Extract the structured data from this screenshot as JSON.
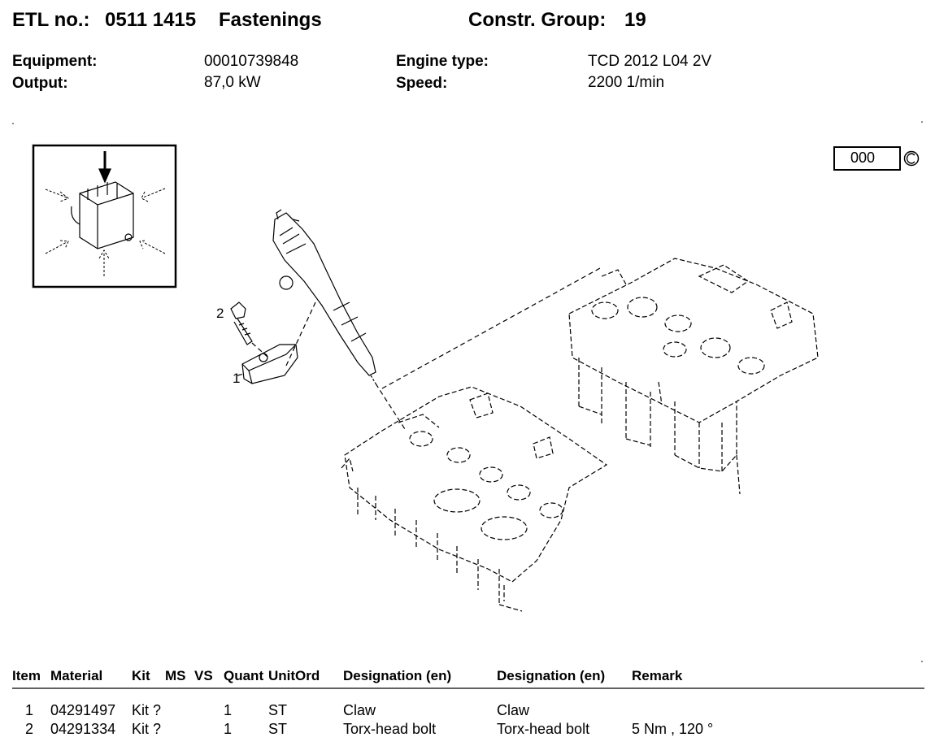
{
  "header": {
    "etl_label": "ETL no.:",
    "etl_no": "0511 1415",
    "title": "Fastenings",
    "group_label": "Constr. Group:",
    "group_no": "19"
  },
  "info": {
    "equipment_label": "Equipment:",
    "equipment": "00010739848",
    "output_label": "Output:",
    "output": "87,0 kW",
    "engine_label": "Engine type:",
    "engine": "TCD 2012 L04 2V",
    "speed_label": "Speed:",
    "speed": "2200 1/min"
  },
  "drawing": {
    "ref_box": "000",
    "copyright": "©",
    "callout_1": "1",
    "callout_2": "2"
  },
  "table": {
    "headers": {
      "item": "Item",
      "material": "Material",
      "kit": "Kit",
      "ms": "MS",
      "vs": "VS",
      "quant": "Quant",
      "unit": "UnitOrd",
      "designation1": "Designation (en)",
      "designation2": "Designation (en)",
      "remark": "Remark"
    },
    "rows": [
      {
        "item": "1",
        "material": "04291497",
        "kit": "Kit ?",
        "quant": "1",
        "unit": "ST",
        "designation1": "Claw",
        "designation2": "Claw",
        "remark": ""
      },
      {
        "item": "2",
        "material": "04291334",
        "kit": "Kit ?",
        "quant": "1",
        "unit": "ST",
        "designation1": "Torx-head bolt",
        "designation2": "Torx-head bolt",
        "remark": "5 Nm , 120 °"
      }
    ]
  }
}
